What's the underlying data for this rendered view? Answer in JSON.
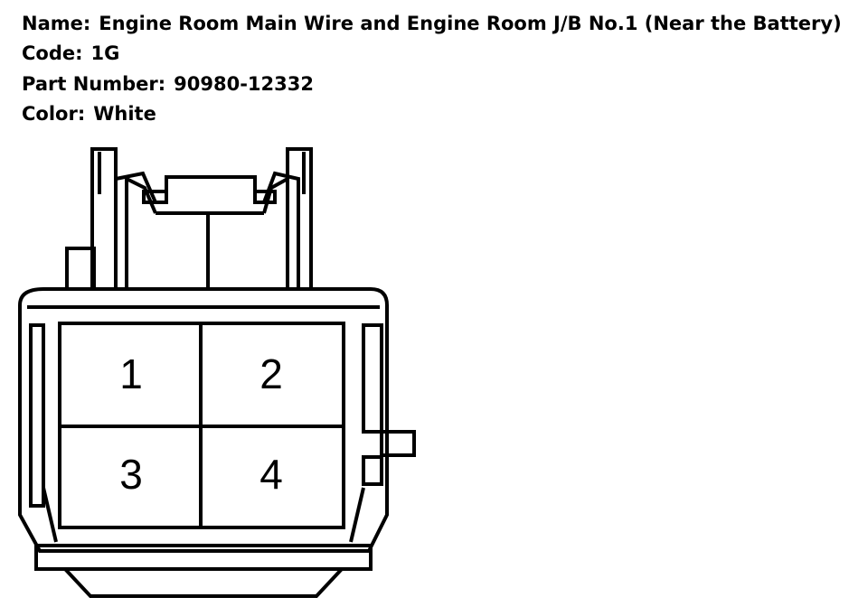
{
  "connector": {
    "name_label": "Name:",
    "name_value": "Engine Room Main Wire and Engine Room J/B No.1 (Near the Battery)",
    "code_label": "Code:",
    "code_value": "1G",
    "part_number_label": "Part Number:",
    "part_number_value": "90980-12332",
    "color_label": "Color:",
    "color_value": "White"
  },
  "pins": [
    {
      "number": "1"
    },
    {
      "number": "2"
    },
    {
      "number": "3"
    },
    {
      "number": "4"
    }
  ],
  "colors": {
    "line": "#000000",
    "background": "#ffffff"
  }
}
